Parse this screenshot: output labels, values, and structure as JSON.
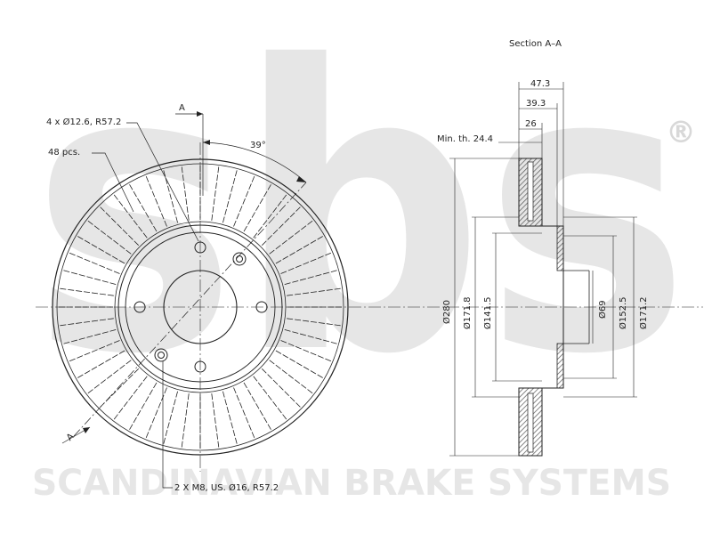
{
  "watermark": {
    "logo_text": "sbs",
    "registered_mark": "®",
    "tagline": "SCANDINAVIAN BRAKE SYSTEMS",
    "color": "#e6e6e6"
  },
  "front_view": {
    "section_marker_top": "A",
    "section_marker_bottom": "A",
    "bolt_callout": "4 x Ø12.6, R57.2",
    "vent_count": "48 pcs.",
    "angle": "39°",
    "thread_callout": "2 X M8, US. Ø16, R57.2"
  },
  "section_view": {
    "title": "Section A–A",
    "min_thickness_label": "Min. th. 24.4",
    "overall_height": "47.3",
    "hat_height": "39.3",
    "thickness": "26",
    "diameters": {
      "outer": "Ø280",
      "friction_inner": "Ø171.8",
      "hat_outer": "Ø141.5",
      "center_bore": "Ø69",
      "bolt_circle": "Ø152.5",
      "hat_inner": "Ø171.2"
    }
  },
  "colors": {
    "line": "#222222",
    "section_hatch": "#555555"
  }
}
